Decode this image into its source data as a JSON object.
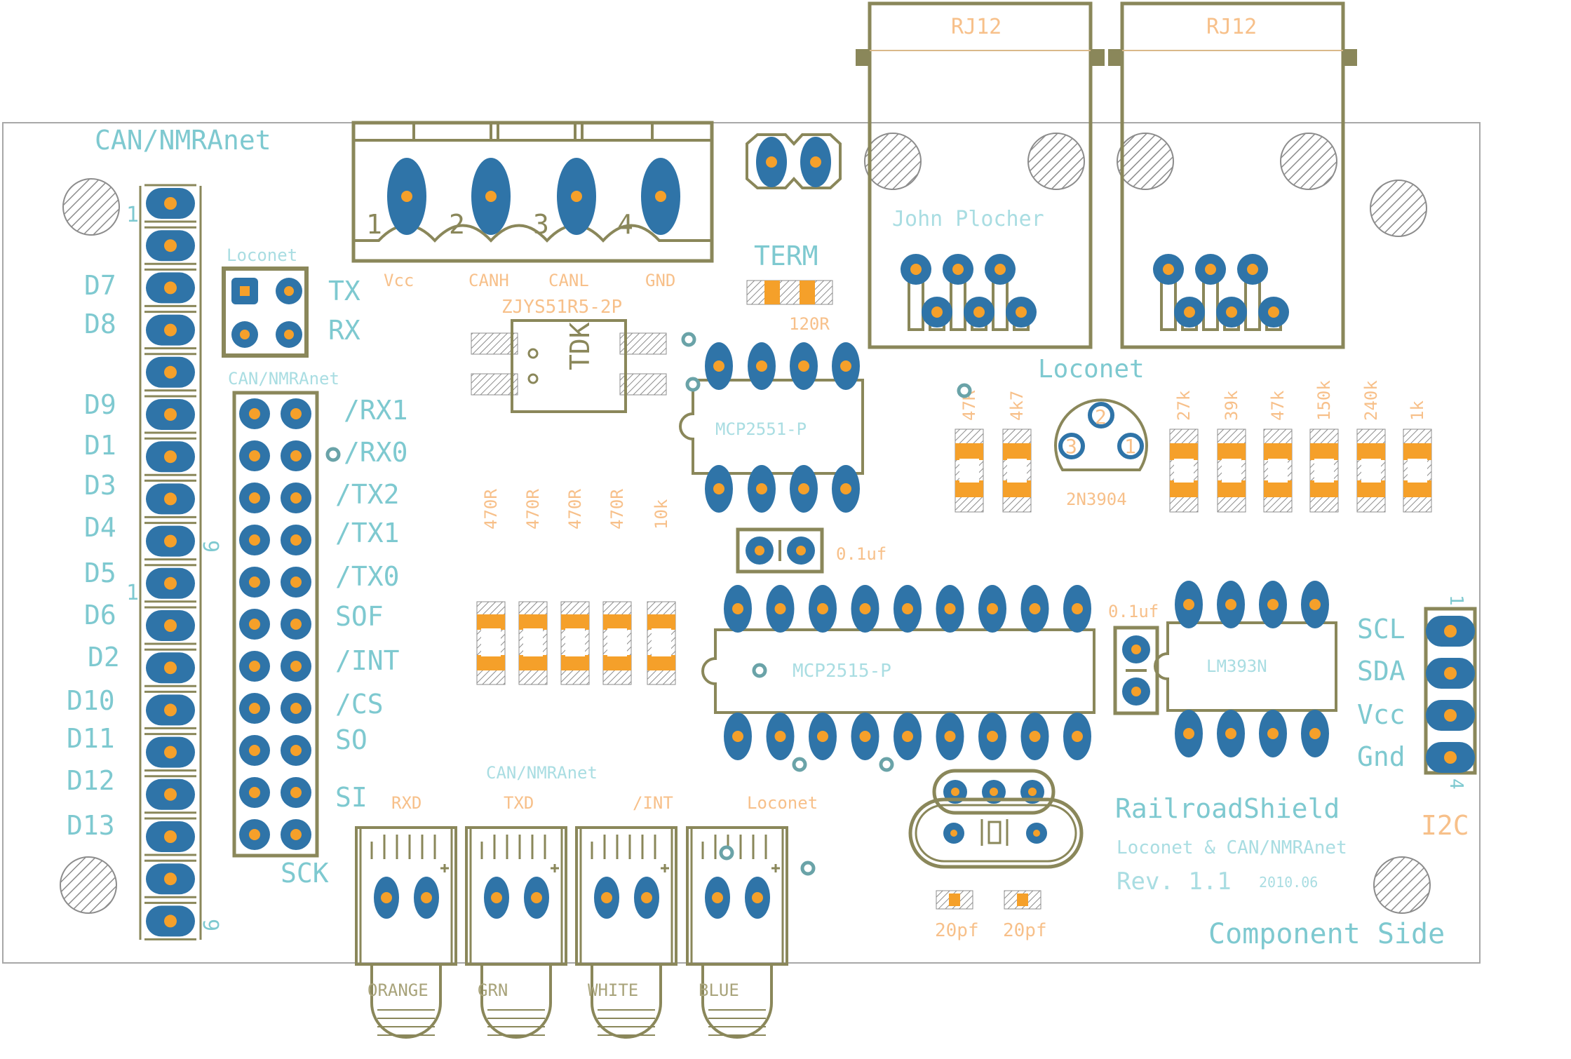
{
  "board": {
    "title": "RailroadShield",
    "subtitle": "Loconet & CAN/NMRAnet",
    "revision": "Rev. 1.1",
    "date": "2010.06",
    "side": "Component Side"
  },
  "left_header": {
    "title": "CAN/NMRAnet",
    "pin_labels": [
      "D7",
      "D8",
      "D9",
      "D1",
      "D3",
      "D4",
      "D5",
      "D6",
      "D2",
      "D10",
      "D11",
      "D12",
      "D13"
    ],
    "marks": [
      "1",
      "9",
      "1",
      "9"
    ]
  },
  "loconet_jumper": {
    "title": "Loconet",
    "labels": [
      "TX",
      "RX"
    ]
  },
  "can_header": {
    "title": "CAN/NMRAnet",
    "labels": [
      "/RX1",
      "/RX0",
      "/TX2",
      "/TX1",
      "/TX0",
      "SOF",
      "/INT",
      "/CS",
      "SO",
      "SI",
      "SCK"
    ]
  },
  "terminal_block": {
    "numbers": [
      "1",
      "2",
      "3",
      "4"
    ],
    "labels": [
      "Vcc",
      "CANH",
      "CANL",
      "GND"
    ],
    "part": "ZJYS51R5-2P"
  },
  "tdk": "TDK",
  "term": {
    "label": "TERM",
    "value": "120R"
  },
  "rj12": {
    "labels": [
      "RJ12",
      "RJ12"
    ],
    "credit": "John Plocher",
    "loconet": "Loconet"
  },
  "chips": {
    "mcp2551": "MCP2551-P",
    "mcp2515": "MCP2515-P",
    "lm393": "LM393N"
  },
  "resistors_mid": [
    "470R",
    "470R",
    "470R",
    "470R",
    "10k"
  ],
  "resistors_right": [
    "47R",
    "4k7",
    "27k",
    "39k",
    "47k",
    "150k",
    "240k",
    "1k"
  ],
  "transistor": {
    "label": "2N3904",
    "pins": [
      "3",
      "2",
      "1"
    ]
  },
  "caps": [
    "0.1uf",
    "0.1uf",
    "20pf",
    "20pf"
  ],
  "i2c": {
    "title": "I2C",
    "labels": [
      "SCL",
      "SDA",
      "Vcc",
      "Gnd"
    ],
    "marks": [
      "1",
      "4"
    ]
  },
  "leds": {
    "title": "CAN/NMRAnet",
    "signals": [
      "RXD",
      "TXD",
      "/INT",
      "Loconet"
    ],
    "colors": [
      "ORANGE",
      "GRN",
      "WHITE",
      "BLUE"
    ]
  },
  "colors": {
    "silk": "#7ec9d0",
    "value": "#f7c08a",
    "outline": "#8a875a",
    "pad": "#2f74a8",
    "drill": "#f5a02a"
  }
}
